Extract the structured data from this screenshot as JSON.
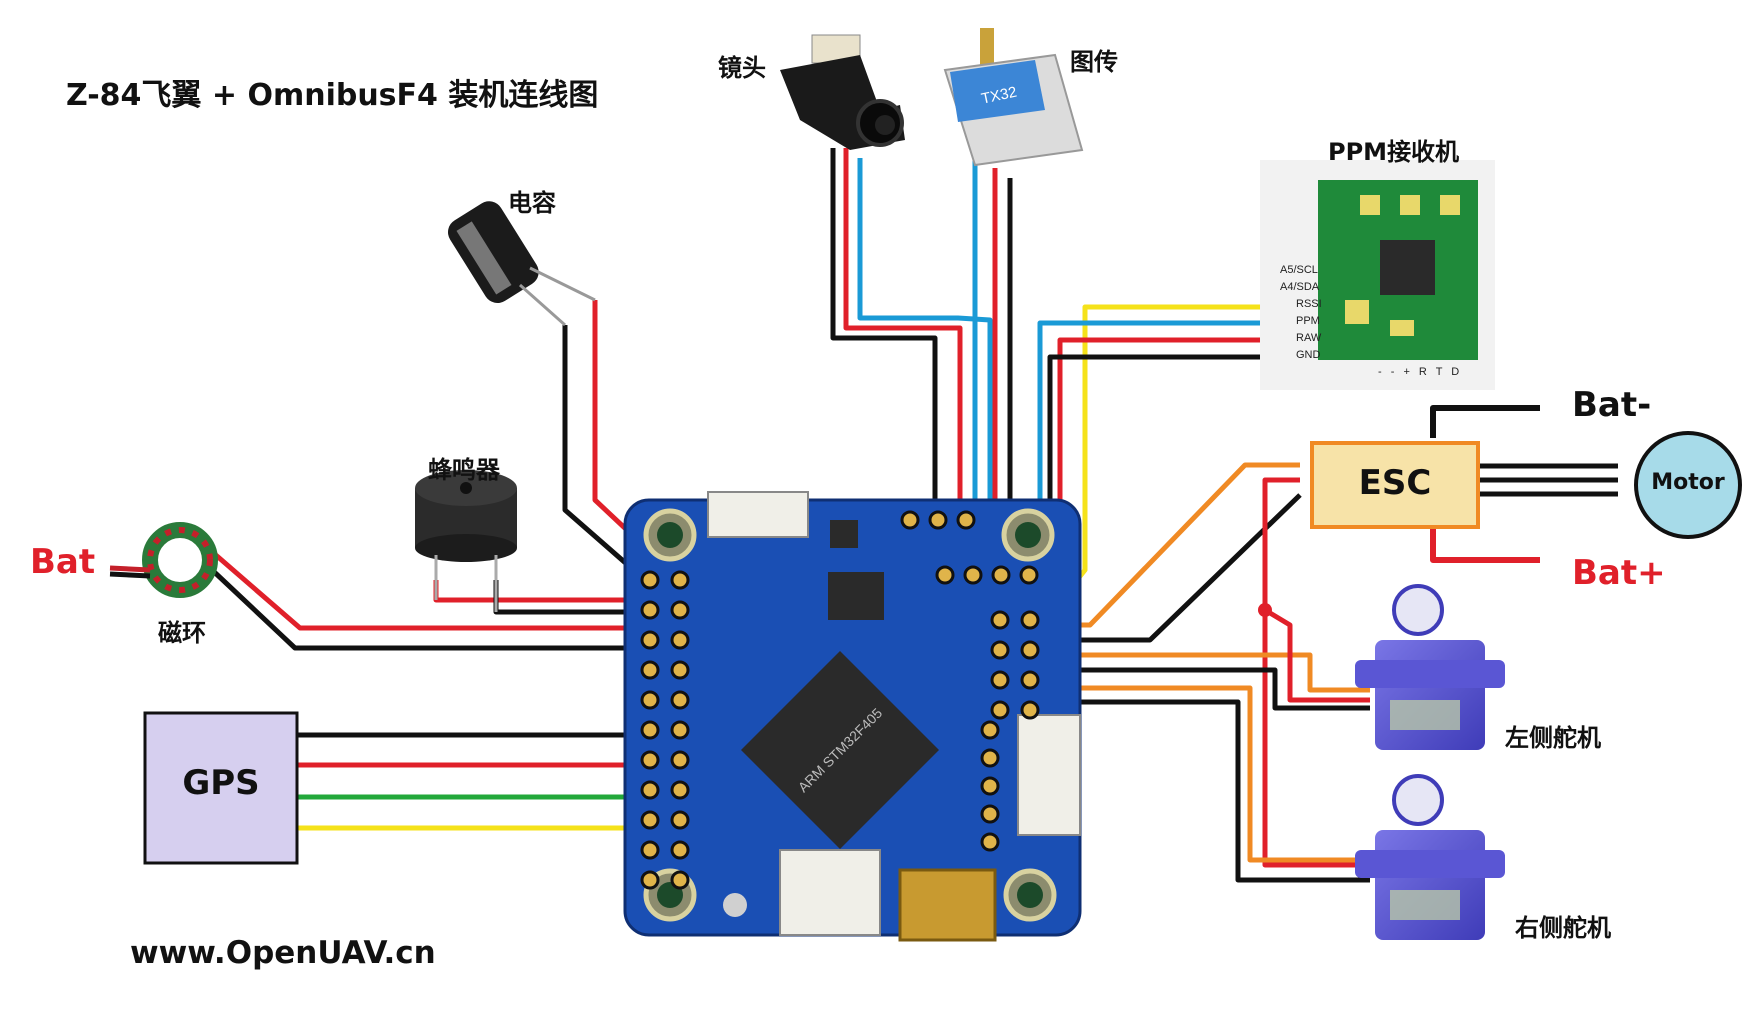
{
  "title": "Z-84飞翼 + OmnibusF4 装机连线图",
  "website": "www.OpenUAV.cn",
  "labels": {
    "camera": "镜头",
    "vtx": "图传",
    "vtx_model": "TX32",
    "receiver": "PPM接收机",
    "capacitor": "电容",
    "buzzer": "蜂鸣器",
    "ferrite": "磁环",
    "battery_in": "Bat",
    "gps": "GPS",
    "esc": "ESC",
    "motor": "Motor",
    "bat_minus": "Bat-",
    "bat_plus": "Bat+",
    "left_servo": "左侧舵机",
    "right_servo": "右侧舵机"
  },
  "receiver_pins": [
    "A5/SCL",
    "A4/SDA",
    "RSSI",
    "PPM",
    "RAW",
    "GND"
  ],
  "receiver_bottom_pins": "- - + R T D",
  "board_chip": "ARM STM32F405",
  "colors": {
    "red": "#e0202a",
    "black": "#111111",
    "blue": "#1a9ad6",
    "yellow": "#f5e21a",
    "orange": "#f08a24",
    "green": "#22a83a",
    "board_blue": "#1a4fb4",
    "gps_fill": "#d6cfef",
    "esc_fill": "#f7e3a8",
    "motor_fill": "#a7dbe9"
  }
}
